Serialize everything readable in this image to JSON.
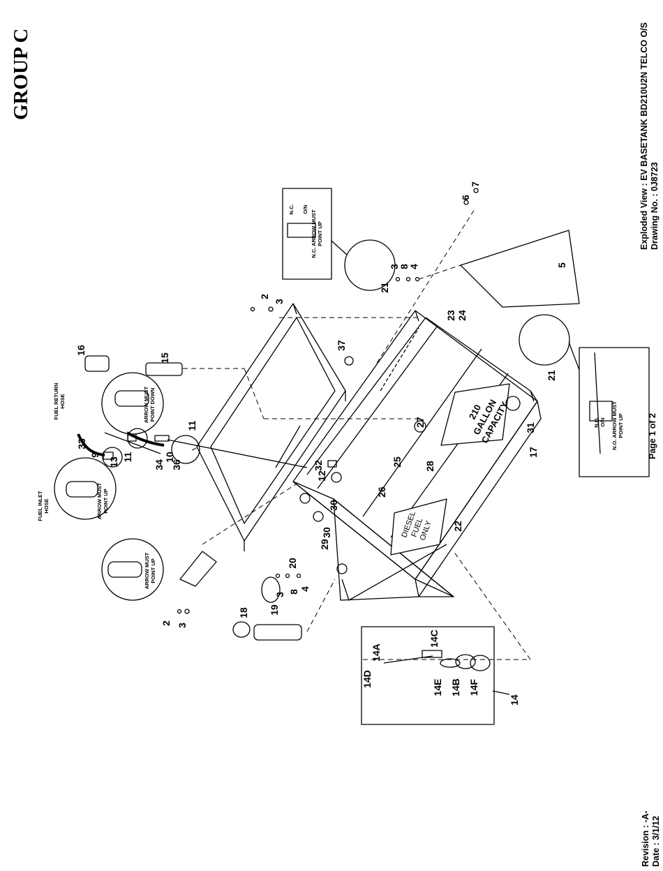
{
  "header": {
    "group": "GROUP C",
    "exploded_view": "Exploded View : EV BASETANK BD210U2N TELCO O/S",
    "drawing_no": "Drawing No. : 0J8723"
  },
  "footer": {
    "page": "Page 1 of 2",
    "revision": "Revision : -A-",
    "date": "Date : 3/1/12"
  },
  "tank_labels": {
    "capacity": [
      "210",
      "GALLON",
      "CAPACITY"
    ],
    "fuel": [
      "DIESEL",
      "FUEL",
      "ONLY"
    ]
  },
  "callouts": {
    "fuel_inlet_hose": [
      "FUEL INLET",
      "HOSE"
    ],
    "fuel_return_hose": [
      "FUEL RETURN",
      "HOSE"
    ],
    "arrow_up": [
      "ARROW MUST",
      "POINT UP"
    ],
    "arrow_down": [
      "ARROW MUST",
      "POINT DOWN"
    ],
    "nc_arrow": [
      "N.C. ARROW MUST",
      "POINT UP"
    ],
    "no_arrow": [
      "N.O. ARROW MUST",
      "POINT UP"
    ],
    "nc": "N.C.",
    "no": "N.O.",
    "on": "O/N"
  },
  "item_numbers": {
    "n2a": "2",
    "n3a": "3",
    "n2b": "2",
    "n3b": "3",
    "n3c": "3",
    "n8c": "8",
    "n4c": "4",
    "n3d": "3",
    "n8d": "8",
    "n4d": "4",
    "n5": "5",
    "n6": "6",
    "n7": "7",
    "n9": "9",
    "n10": "10",
    "n11a": "11",
    "n11b": "11",
    "n12": "12",
    "n13": "13",
    "n14": "14",
    "n14a": "14A",
    "n14b": "14B",
    "n14c": "14C",
    "n14d": "14D",
    "n14e": "14E",
    "n14f": "14F",
    "n15": "15",
    "n16": "16",
    "n17": "17",
    "n18": "18",
    "n19": "19",
    "n20": "20",
    "n21a": "21",
    "n21b": "21",
    "n22": "22",
    "n23": "23",
    "n24": "24",
    "n25": "25",
    "n26": "26",
    "n27": "27",
    "n28": "28",
    "n29": "29",
    "n30": "30",
    "n30b": "30",
    "n31": "31",
    "n32": "32",
    "n33": "33",
    "n34": "34",
    "n36": "36",
    "n37": "37"
  }
}
